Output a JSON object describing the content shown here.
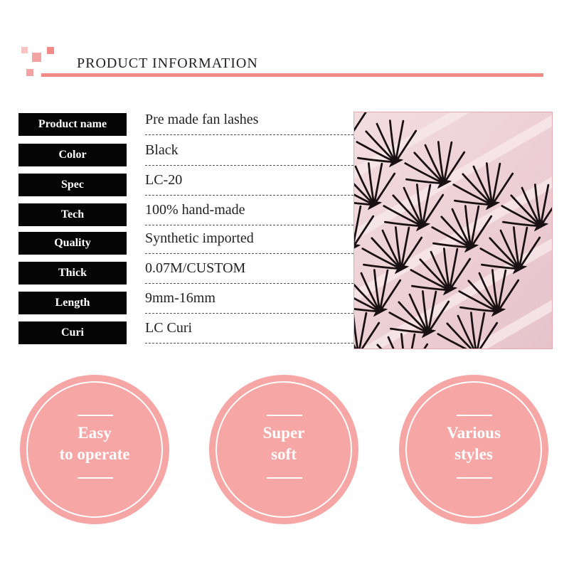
{
  "header": {
    "title": "PRODUCT INFORMATION"
  },
  "specs": [
    {
      "label": "Product name",
      "value": "Pre made fan lashes"
    },
    {
      "label": "Color",
      "value": "Black"
    },
    {
      "label": "Spec",
      "value": "LC-20"
    },
    {
      "label": "Tech",
      "value": "100% hand-made"
    },
    {
      "label": "Quality",
      "value": "Synthetic imported"
    },
    {
      "label": "Thick",
      "value": "0.07M/CUSTOM"
    },
    {
      "label": "Length",
      "value": "9mm-16mm"
    },
    {
      "label": "Curi",
      "value": "LC  Curi"
    }
  ],
  "features": [
    {
      "line1": "Easy",
      "line2": "to operate"
    },
    {
      "line1": "Super",
      "line2": "soft"
    },
    {
      "line1": "Various",
      "line2": "styles"
    }
  ],
  "colors": {
    "accent": "#f08a84",
    "circle": "#f6a6a4",
    "label_bg": "#050505"
  }
}
